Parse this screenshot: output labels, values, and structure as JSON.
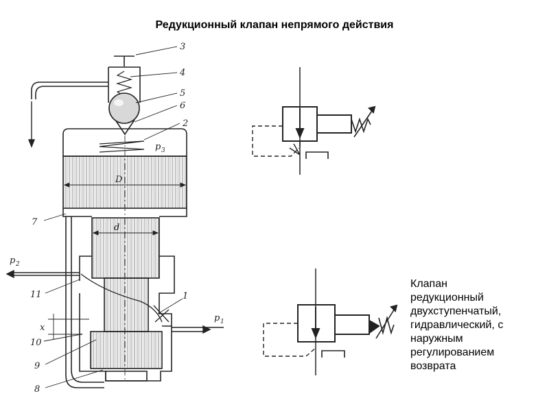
{
  "title": "Редукционный клапан непрямого действия",
  "caption_lines": [
    "Клапан",
    "редукционный",
    "двухступенчатый,",
    "гидравлический, с",
    "наружным",
    "регулированием",
    "возврата"
  ],
  "drawing": {
    "part_numbers": [
      "3",
      "4",
      "5",
      "6",
      "2",
      "7",
      "11",
      "1",
      "10",
      "9",
      "8"
    ],
    "dimension_labels": {
      "D": "D",
      "d": "d",
      "x": "x"
    },
    "pressures": {
      "p3": "p",
      "p3_sub": "3",
      "p2": "p",
      "p2_sub": "2",
      "p1": "p",
      "p1_sub": "1"
    }
  }
}
